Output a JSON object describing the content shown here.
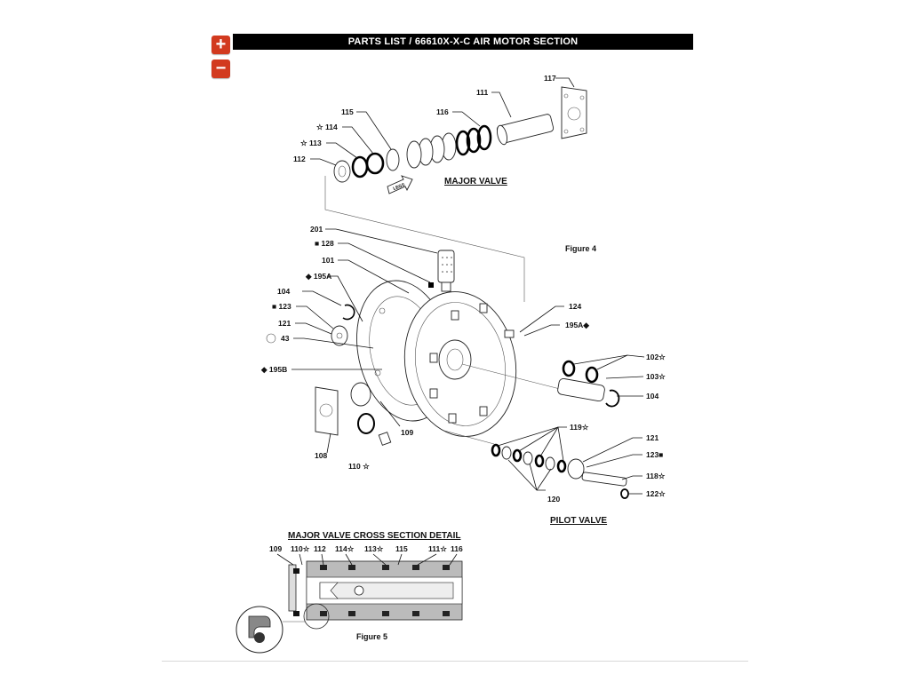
{
  "controls": {
    "zoom_in": "+",
    "zoom_out": "−"
  },
  "header": {
    "title": "PARTS LIST / 66610X-X-C AIR MOTOR SECTION"
  },
  "sections": {
    "major_valve": "MAJOR VALVE",
    "pilot_valve": "PILOT VALVE",
    "cross_section": "MAJOR VALVE CROSS SECTION DETAIL",
    "figure4": "Figure 4",
    "figure5": "Figure 5",
    "arrow_label": "LEGS"
  },
  "labels": {
    "l117": "117",
    "l111": "111",
    "l115": "115",
    "l116": "116",
    "l114": "☆ 114",
    "l113": "☆ 113",
    "l112": "112",
    "l201": "201",
    "l128": "■ 128",
    "l101": "101",
    "l195a": "◆ 195A",
    "l104a": "104",
    "l123a": "■ 123",
    "l121a": "121",
    "l43": "43",
    "l195b": "◆ 195B",
    "l108": "108",
    "l110": "110 ☆",
    "l109": "109",
    "l124": "124",
    "l195a2": "195A◆",
    "l102": "102☆",
    "l103": "103☆",
    "l104b": "104",
    "l119": "119☆",
    "l121b": "121",
    "l123b": "123■",
    "l118": "118☆",
    "l122": "122☆",
    "l120": "120",
    "c109": "109",
    "c110": "110☆",
    "c112": "112",
    "c114": "114☆",
    "c113": "113☆",
    "c115": "115",
    "c111": "111☆",
    "c116": "116"
  }
}
